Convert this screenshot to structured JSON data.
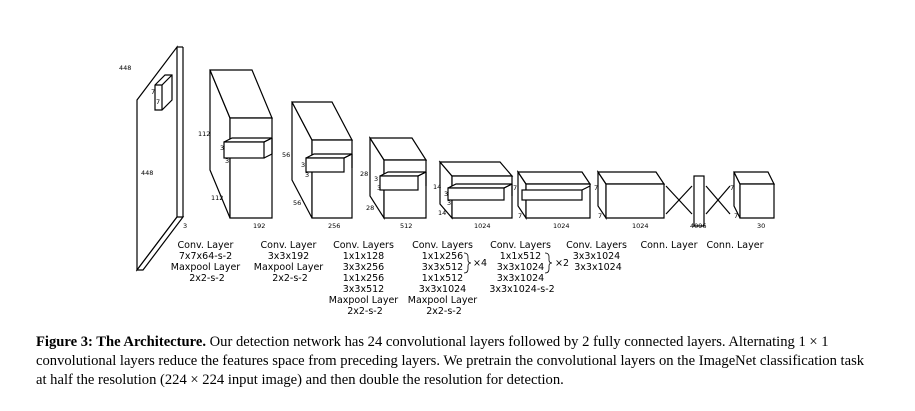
{
  "dims": {
    "in_h": "448",
    "in_w": "448",
    "in_c": "3",
    "in_k1": "7",
    "in_k2": "7",
    "b1_h": "112",
    "b1_w": "112",
    "b1_c": "192",
    "b1_k1": "3",
    "b1_k2": "3",
    "b2_h": "56",
    "b2_w": "56",
    "b2_c": "256",
    "b2_k1": "3",
    "b2_k2": "3",
    "b3_h": "28",
    "b3_w": "28",
    "b3_c": "512",
    "b3_k1": "3",
    "b3_k2": "3",
    "b4_h": "14",
    "b4_w": "14",
    "b4_c": "1024",
    "b4_k1": "3",
    "b4_k2": "3",
    "b5_h": "7",
    "b5_w": "7",
    "b5_c": "1024",
    "b6_h": "7",
    "b6_w": "7",
    "b6_c": "1024",
    "fc_units": "4096",
    "out_h": "7",
    "out_w": "7",
    "out_c": "30"
  },
  "layers": {
    "g1": [
      "Conv. Layer",
      "7x7x64-s-2",
      "Maxpool Layer",
      "2x2-s-2"
    ],
    "g2": [
      "Conv. Layer",
      "3x3x192",
      "Maxpool Layer",
      "2x2-s-2"
    ],
    "g3": [
      "Conv. Layers",
      "1x1x128",
      "3x3x256",
      "1x1x256",
      "3x3x512",
      "Maxpool Layer",
      "2x2-s-2"
    ],
    "g4": [
      "Conv. Layers",
      "1x1x256",
      "3x3x512",
      "1x1x512",
      "3x3x1024",
      "Maxpool Layer",
      "2x2-s-2"
    ],
    "g4_repeat": "×4",
    "g5": [
      "Conv. Layers",
      "1x1x512",
      "3x3x1024",
      "3x3x1024",
      "3x3x1024-s-2"
    ],
    "g5_repeat": "×2",
    "g6": [
      "Conv. Layers",
      "3x3x1024",
      "3x3x1024"
    ],
    "g7": [
      "Conn. Layer"
    ],
    "g8": [
      "Conn. Layer"
    ]
  },
  "caption": {
    "label": "Figure 3: The Architecture.",
    "text": " Our detection network has 24 convolutional layers followed by 2 fully connected layers. Alternating 1 × 1 convolutional layers reduce the features space from preceding layers. We pretrain the convolutional layers on the ImageNet classification task at half the resolution (224 × 224 input image) and then double the resolution for detection."
  }
}
